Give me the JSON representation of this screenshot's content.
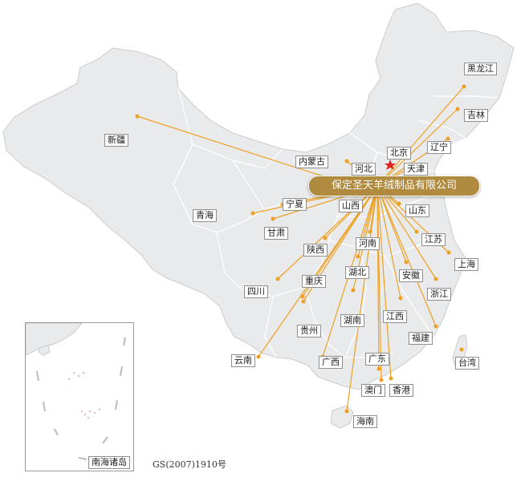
{
  "map": {
    "company_name": "保定圣天羊绒制品有限公司",
    "inset_label": "南海诸岛",
    "map_code": "GS(2007)1910号",
    "capital_marker": "star-marker",
    "colors": {
      "land": "#e8eaec",
      "border": "#ffffff",
      "line": "#f0a020",
      "dot": "#f0a020",
      "star": "#e02020",
      "banner": "#b08a3e"
    }
  },
  "provinces": [
    {
      "id": "heilongjiang",
      "name": "黑龙江"
    },
    {
      "id": "jilin",
      "name": "吉林"
    },
    {
      "id": "liaoning",
      "name": "辽宁"
    },
    {
      "id": "beijing",
      "name": "北京"
    },
    {
      "id": "tianjin",
      "name": "天津"
    },
    {
      "id": "hebei",
      "name": "河北"
    },
    {
      "id": "neimenggu",
      "name": "内蒙古"
    },
    {
      "id": "xinjiang",
      "name": "新疆"
    },
    {
      "id": "ningxia",
      "name": "宁夏"
    },
    {
      "id": "qinghai",
      "name": "青海"
    },
    {
      "id": "gansu",
      "name": "甘肃"
    },
    {
      "id": "shanxi",
      "name": "山西"
    },
    {
      "id": "shandong",
      "name": "山东"
    },
    {
      "id": "shaanxi",
      "name": "陕西"
    },
    {
      "id": "henan",
      "name": "河南"
    },
    {
      "id": "jiangsu",
      "name": "江苏"
    },
    {
      "id": "shanghai",
      "name": "上海"
    },
    {
      "id": "hubei",
      "name": "湖北"
    },
    {
      "id": "anhui",
      "name": "安徽"
    },
    {
      "id": "sichuan",
      "name": "四川"
    },
    {
      "id": "chongqing",
      "name": "重庆"
    },
    {
      "id": "zhejiang",
      "name": "浙江"
    },
    {
      "id": "guizhou",
      "name": "贵州"
    },
    {
      "id": "hunan",
      "name": "湖南"
    },
    {
      "id": "jiangxi",
      "name": "江西"
    },
    {
      "id": "fujian",
      "name": "福建"
    },
    {
      "id": "yunnan",
      "name": "云南"
    },
    {
      "id": "guangxi",
      "name": "广西"
    },
    {
      "id": "guangdong",
      "name": "广东"
    },
    {
      "id": "taiwan",
      "name": "台湾"
    },
    {
      "id": "aomen",
      "name": "澳门"
    },
    {
      "id": "xianggang",
      "name": "香港"
    },
    {
      "id": "hainan",
      "name": "海南"
    }
  ]
}
